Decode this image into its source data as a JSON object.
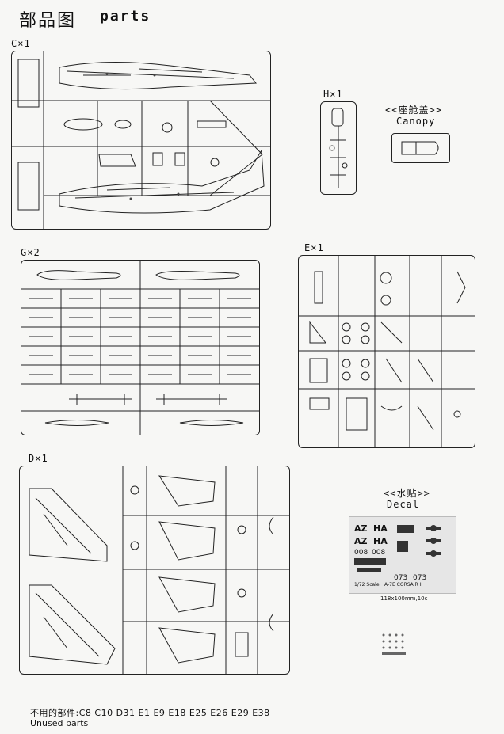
{
  "header": {
    "title_cn": "部品图",
    "title_en": "parts"
  },
  "sprues": {
    "c": {
      "label": "C×1"
    },
    "h": {
      "label": "H×1"
    },
    "canopy": {
      "label_cn": "<<座舱盖>>",
      "label_en": "Canopy"
    },
    "g": {
      "label": "G×2"
    },
    "e": {
      "label": "E×1"
    },
    "d": {
      "label": "D×1"
    },
    "decal": {
      "label_cn": "<<水贴>>",
      "label_en": "Decal"
    }
  },
  "decal_sheet": {
    "codes_top": [
      "AZ",
      "HA"
    ],
    "codes_mid": [
      "AZ",
      "HA"
    ],
    "numbers": [
      "008",
      "008",
      "073",
      "073"
    ],
    "scale_note": "1/72 Scale",
    "model_name": "A-7E CORSAIR II",
    "size_note": "118x100mm,10c"
  },
  "footer": {
    "unused_label_cn": "不用的部件:",
    "unused_parts": "C8 C10 D31 E1 E9 E18 E25 E26 E29 E38",
    "unused_label_en": "Unused parts"
  },
  "colors": {
    "ink": "#222222",
    "paper": "#f7f7f5",
    "decal_bg": "#e6e6e6"
  }
}
